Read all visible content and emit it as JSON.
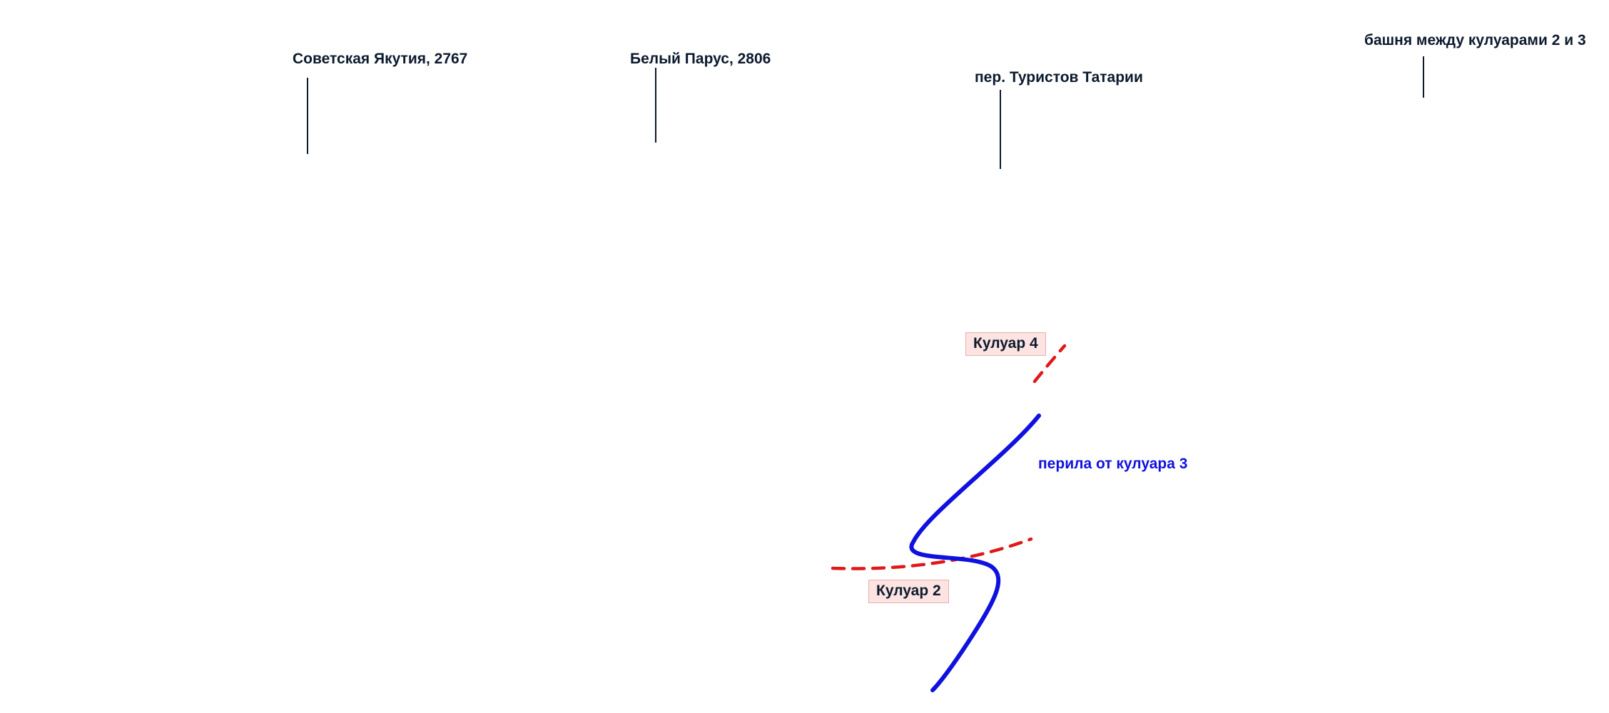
{
  "peaks": [
    {
      "name": "Советская Якутия, 2767"
    },
    {
      "name": "Белый Парус, 2806"
    },
    {
      "name": "пер. Туристов Татарии"
    },
    {
      "name": "башня между кулуарами 2 и 3"
    }
  ],
  "couloirs": {
    "c4": "Кулуар 4",
    "c2": "Кулуар 2"
  },
  "route": {
    "label": "перила от кулуара 3",
    "color": "#1010e0"
  },
  "trail_color": "#e01818",
  "tag_bg": "#fde3e1",
  "text_color": "#0c1a2e"
}
